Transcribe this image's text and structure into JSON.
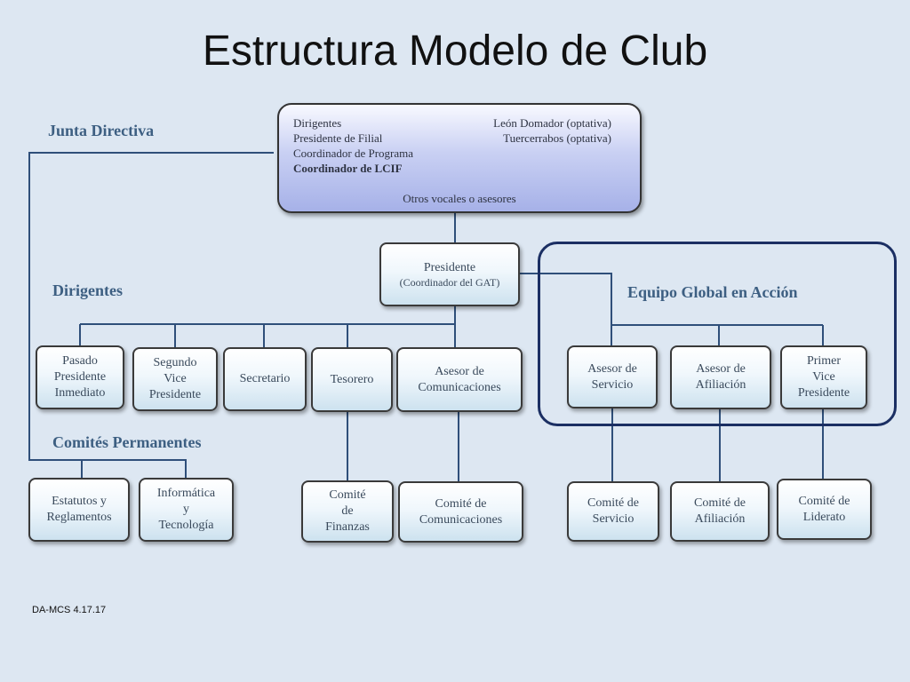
{
  "title": "Estructura Modelo de Club",
  "sections": {
    "junta_directiva": "Junta Directiva",
    "dirigentes": "Dirigentes",
    "comites_permanentes": "Comités Permanentes",
    "equipo_global": "Equipo Global en Acción"
  },
  "junta_box": {
    "left_lines": [
      "Dirigentes",
      "Presidente de Filial",
      "Coordinador de Programa"
    ],
    "left_bold": "Coordinador de LCIF",
    "right_lines": [
      "León Domador  (optativa)",
      "Tuercerrabos  (optativa)"
    ],
    "bottom": "Otros vocales o asesores"
  },
  "presidente": {
    "label": "Presidente",
    "sub": "(Coordinador del GAT)"
  },
  "dirigentes": [
    "Pasado\nPresidente\nInmediato",
    "Segundo\nVice\nPresidente",
    "Secretario",
    "Tesorero",
    "Asesor de\nComunicaciones"
  ],
  "equipo_global": [
    "Asesor de\nServicio",
    "Asesor de\nAfiliación",
    "Primer\nVice\nPresidente"
  ],
  "comites": [
    "Estatutos y\nReglamentos",
    "Informática\ny\nTecnología",
    "Comité\nde\nFinanzas",
    "Comité de\nComunicaciones",
    "Comité de\nServicio",
    "Comité de\nAfiliación",
    "Comité de\nLiderato"
  ],
  "footer_code": "DA-MCS 4.17.17"
}
